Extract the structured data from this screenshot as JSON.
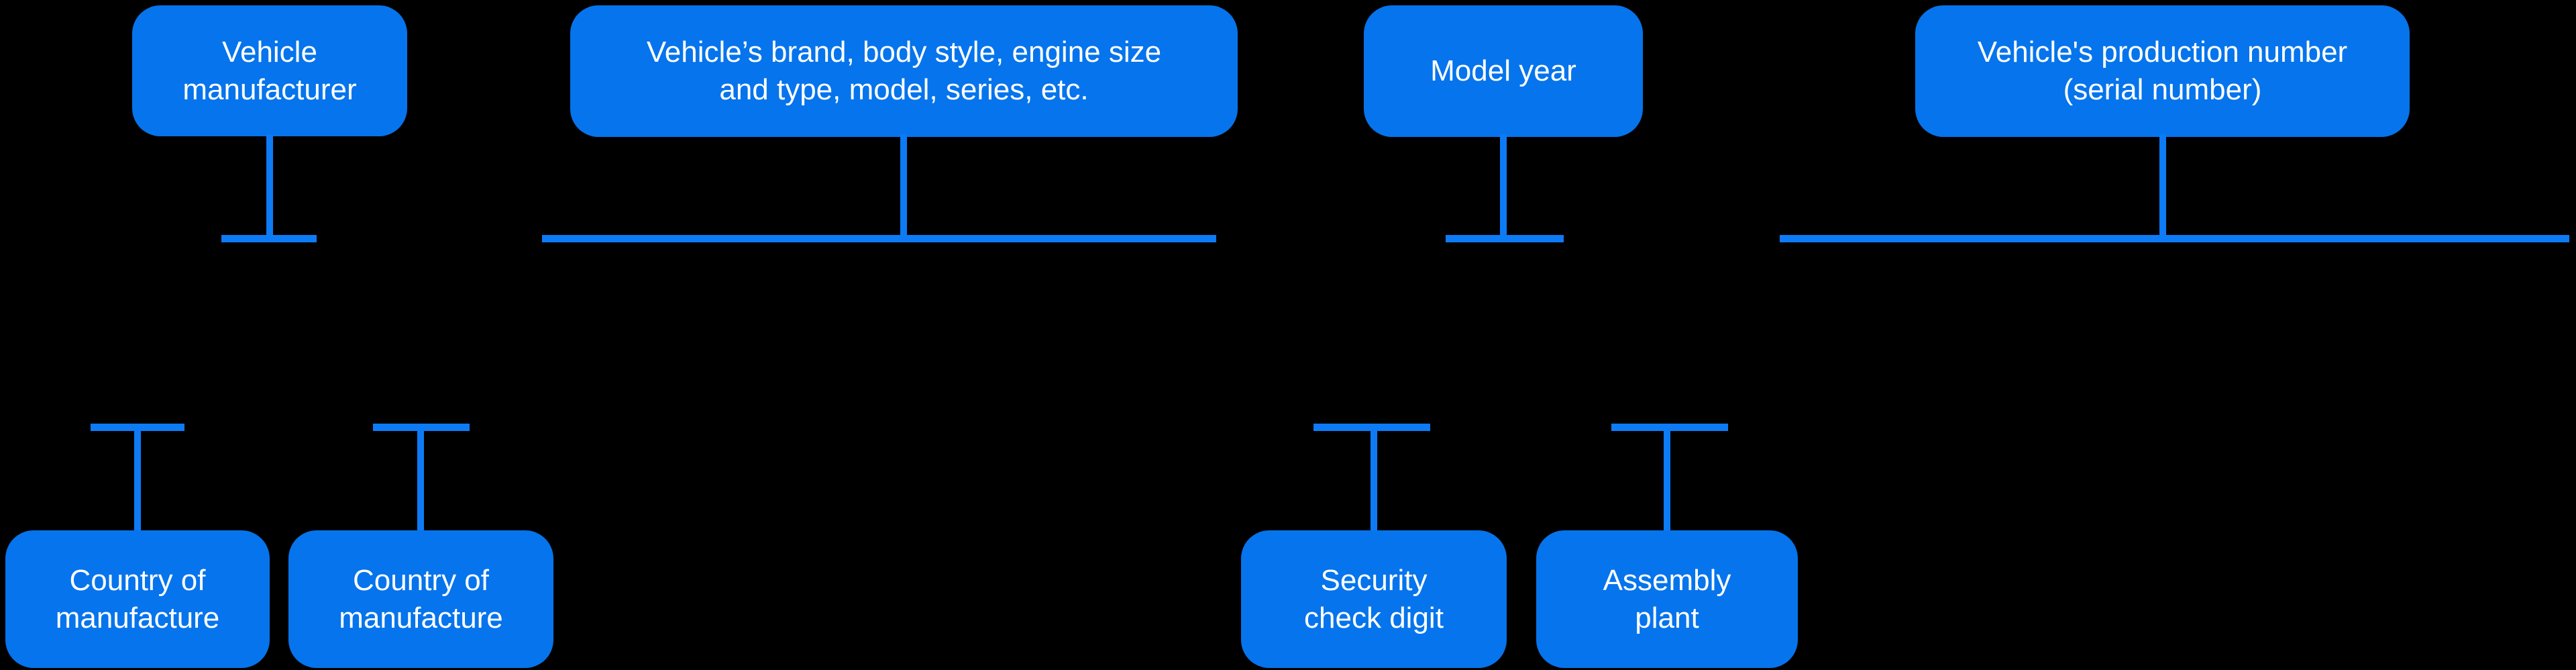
{
  "diagram": {
    "colors": {
      "background": "#000000",
      "box_fill": "#0674EC",
      "connector_line": "#0D7BF5",
      "text": "#FFFFFF"
    },
    "top_nodes": [
      {
        "label": "Vehicle\nmanufacturer"
      },
      {
        "label": "Vehicle’s brand, body style, engine size\nand type, model, series, etc."
      },
      {
        "label": "Model year"
      },
      {
        "label": "Vehicle's production number\n(serial number)"
      }
    ],
    "bottom_nodes": [
      {
        "label": "Country of\nmanufacture"
      },
      {
        "label": "Country of\nmanufacture"
      },
      {
        "label": "Security\ncheck digit"
      },
      {
        "label": "Assembly\nplant"
      }
    ]
  }
}
